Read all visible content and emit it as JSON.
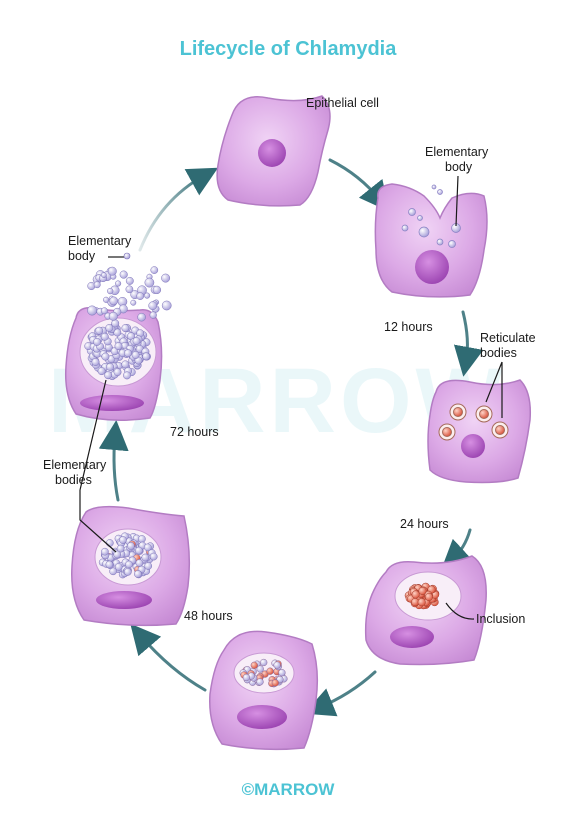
{
  "title": "Lifecycle of Chlamydia",
  "watermark": "MARROW",
  "copyright": "©MARROW",
  "stages": [
    {
      "id": "epithelial",
      "label": "Epithelial cell"
    },
    {
      "id": "entry",
      "label_line1": "Elementary",
      "label_line2": "body"
    },
    {
      "id": "12h",
      "time": "12 hours"
    },
    {
      "id": "reticulate",
      "label_line1": "Reticulate",
      "label_line2": "bodies"
    },
    {
      "id": "24h",
      "time": "24 hours"
    },
    {
      "id": "inclusion",
      "label": "Inclusion"
    },
    {
      "id": "48h",
      "time": "48 hours"
    },
    {
      "id": "72h",
      "time": "72 hours"
    },
    {
      "id": "elementary-bodies",
      "label_line1": "Elementary",
      "label_line2": "bodies"
    },
    {
      "id": "release",
      "label_line1": "Elementary",
      "label_line2": "body"
    }
  ],
  "colors": {
    "cell_fill": "#d9a6e3",
    "cell_edge": "#b37cc3",
    "nucleus": "#b05bc4",
    "elementary": "#c7c2ea",
    "reticulate": "#e0735a",
    "arrow": "#2f6b73",
    "title": "#4cc3d4"
  }
}
